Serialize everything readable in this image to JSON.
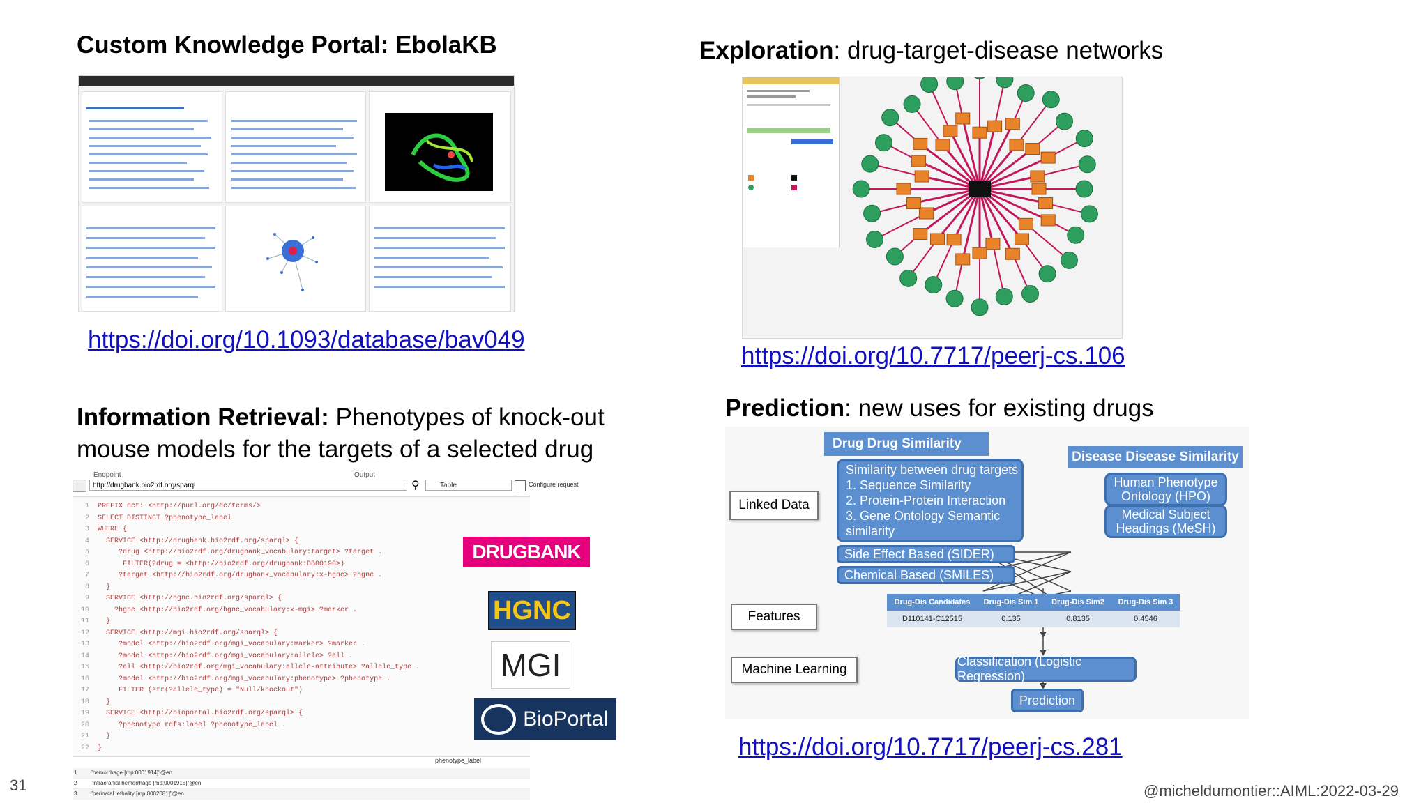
{
  "slide_number": "31",
  "footer": "@micheldumontier::AIML:2022-03-29",
  "q1": {
    "title": "Custom Knowledge Portal: EbolaKB",
    "link": "https://doi.org/10.1093/database/bav049"
  },
  "q2": {
    "title_bold": "Exploration",
    "title_rest": ": drug-target-disease networks",
    "link": "https://doi.org/10.7717/peerj-cs.106"
  },
  "q3": {
    "title_bold": "Information Retrieval:",
    "title_rest": " Phenotypes of knock-out mouse models for the targets of a selected drug",
    "endpoint_label": "Endpoint",
    "endpoint_value": "http://drugbank.bio2rdf.org/sparql",
    "output_label": "Output",
    "output_value": "Table",
    "configure": "Configure request",
    "code_lines": [
      "PREFIX dct: <http://purl.org/dc/terms/>",
      "SELECT DISTINCT ?phenotype_label",
      "WHERE {",
      "  SERVICE <http://drugbank.bio2rdf.org/sparql> {",
      "     ?drug <http://bio2rdf.org/drugbank_vocabulary:target> ?target .",
      "      FILTER(?drug = <http://bio2rdf.org/drugbank:DB00190>)",
      "     ?target <http://bio2rdf.org/drugbank_vocabulary:x-hgnc> ?hgnc .",
      "  }",
      "  SERVICE <http://hgnc.bio2rdf.org/sparql> {",
      "    ?hgnc <http://bio2rdf.org/hgnc_vocabulary:x-mgi> ?marker .",
      "  }",
      "  SERVICE <http://mgi.bio2rdf.org/sparql> {",
      "     ?model <http://bio2rdf.org/mgi_vocabulary:marker> ?marker .",
      "     ?model <http://bio2rdf.org/mgi_vocabulary:allele> ?all .",
      "     ?all <http://bio2rdf.org/mgi_vocabulary:allele-attribute> ?allele_type .",
      "     ?model <http://bio2rdf.org/mgi_vocabulary:phenotype> ?phenotype .",
      "     FILTER (str(?allele_type) = \"Null/knockout\")",
      "  }",
      "  SERVICE <http://bioportal.bio2rdf.org/sparql> {",
      "     ?phenotype rdfs:label ?phenotype_label .",
      "  }",
      "}"
    ],
    "results_header": "phenotype_label",
    "results": [
      {
        "n": "1",
        "v": "\"hemorrhage [mp:0001914]\"@en"
      },
      {
        "n": "2",
        "v": "\"intracranial hemorrhage [mp:0001915]\"@en"
      },
      {
        "n": "3",
        "v": "\"perinatal lethality [mp:0002081]\"@en"
      }
    ],
    "logos": {
      "drugbank": "DRUGBANK",
      "hgnc": "HGNC",
      "mgi": "MGI",
      "bioportal": "BioPortal"
    }
  },
  "q4": {
    "title_bold": "Prediction",
    "title_rest": ": new uses for existing drugs",
    "link": "https://doi.org/10.7717/peerj-cs.281",
    "linked_data": "Linked Data",
    "features": "Features",
    "machine_learning": "Machine Learning",
    "drug_sim_title": "Drug Drug Similarity",
    "drug_sim_lines": [
      "Similarity between drug targets",
      "1. Sequence Similarity",
      "2. Protein-Protein Interaction",
      "3. Gene Ontology Semantic",
      "similarity"
    ],
    "side_effect": "Side Effect Based (SIDER)",
    "chemical": "Chemical Based (SMILES)",
    "disease_sim_title": "Disease Disease Similarity",
    "hpo": "Human Phenotype Ontology (HPO)",
    "mesh": "Medical Subject Headings (MeSH)",
    "table_headers": [
      "Drug-Dis Candidates",
      "Drug-Dis Sim 1",
      "Drug-Dis Sim2",
      "Drug-Dis Sim 3"
    ],
    "table_row": [
      "D110141-C12515",
      "0.135",
      "0.8135",
      "0.4546"
    ],
    "classification": "Classification (Logistic Regression)",
    "prediction": "Prediction"
  },
  "colors": {
    "link": "#1010c0",
    "diagram_blue": "#5b8fcf",
    "network_edge": "#c2185b",
    "network_node": "#2e9e5e",
    "target_node": "#e8832a"
  }
}
